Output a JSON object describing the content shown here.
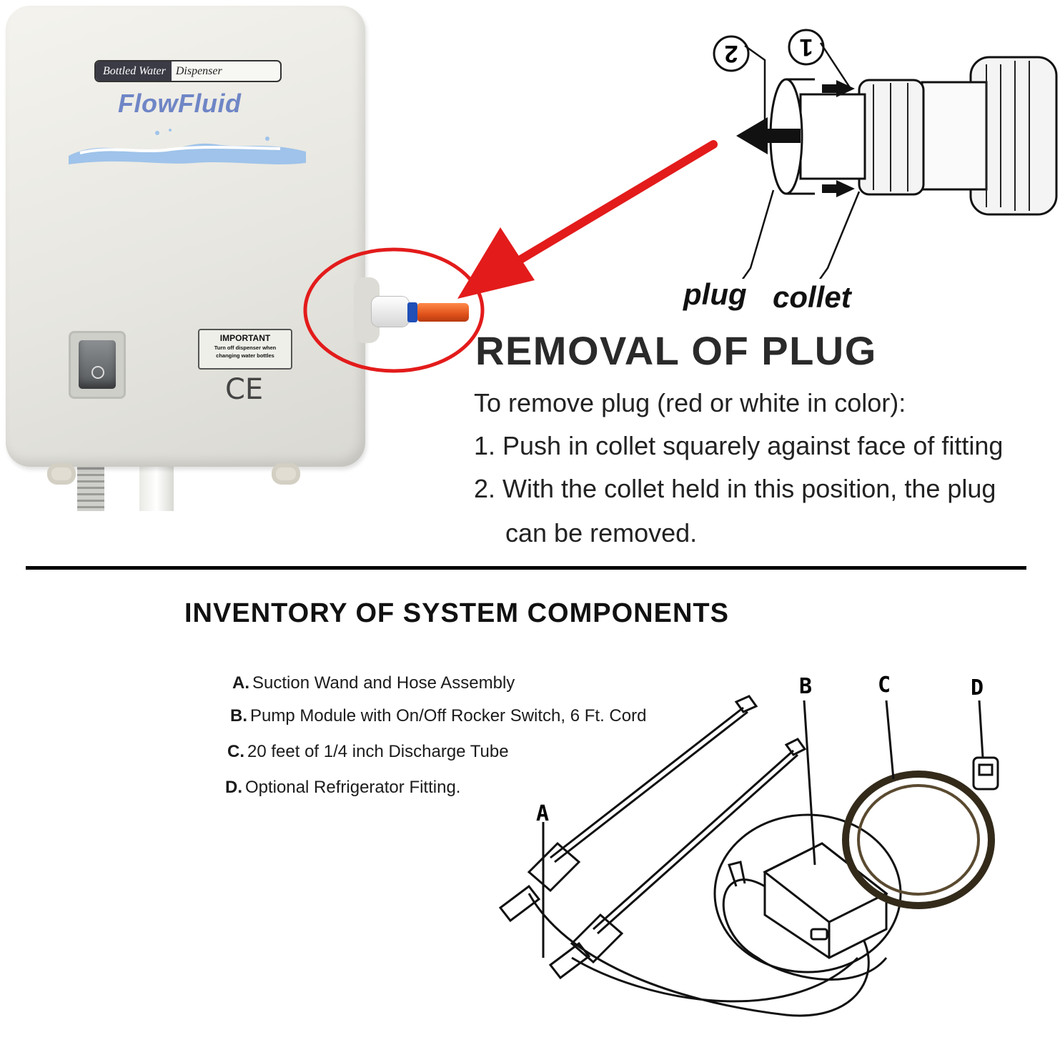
{
  "pump": {
    "plate_left": "Bottled Water",
    "plate_right": "Dispenser",
    "brand": "FlowFluid",
    "important_title": "IMPORTANT",
    "important_line1": "Turn off dispenser when",
    "important_line2": "changing water bottles",
    "ce_mark": "CE"
  },
  "fitting_diagram": {
    "callout_1": "1",
    "callout_2": "2",
    "plug_label": "plug",
    "collet_label": "collet"
  },
  "removal": {
    "title": "REMOVAL OF PLUG",
    "intro": "To remove plug (red or white in color):",
    "step1": "1. Push in collet squarely against face of fitting",
    "step2_line1": "2. With the collet held in this position, the plug",
    "step2_line2": "can be removed."
  },
  "inventory": {
    "title": "INVENTORY OF SYSTEM COMPONENTS",
    "items": [
      {
        "letter": "A.",
        "text": "Suction Wand and Hose Assembly"
      },
      {
        "letter": "B.",
        "text": "Pump Module with On/Off Rocker Switch, 6 Ft. Cord"
      },
      {
        "letter": "C.",
        "text": "20 feet of 1/4 inch Discharge Tube"
      },
      {
        "letter": "D.",
        "text": "Optional Refrigerator Fitting."
      }
    ],
    "diagram_labels": {
      "a": "A",
      "b": "B",
      "c": "C",
      "d": "D"
    }
  },
  "colors": {
    "highlight_red": "#e31b1b",
    "plug_orange": "#e85a1f",
    "collet_blue": "#1f4fb7",
    "brand_blue": "#6f86c6"
  }
}
